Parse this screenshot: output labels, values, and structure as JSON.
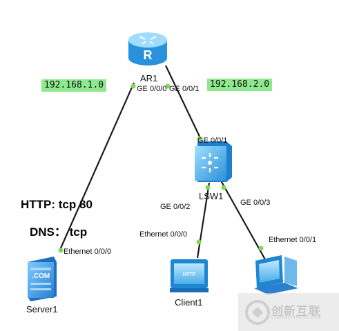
{
  "devices": {
    "router": {
      "name": "AR1"
    },
    "switch": {
      "name": "LSW1"
    },
    "server": {
      "name": "Server1"
    },
    "client": {
      "name": "Client1"
    },
    "pc": {
      "name": ""
    }
  },
  "subnets": {
    "left": "192.168.1.0",
    "right": "192.168.2.0"
  },
  "ports": {
    "ar1_left": "GE 0/0/0",
    "ar1_right": "GE 0/0/1",
    "lsw1_up": "GE 0/0/1",
    "lsw1_left": "GE 0/0/2",
    "lsw1_right": "GE 0/0/3",
    "server1": "Ethernet 0/0/0",
    "client1": "Ethernet 0/0/0",
    "pc": "Ethernet 0/0/1"
  },
  "notes": {
    "http": "HTTP: tcp 80",
    "dns": "DNS： tcp"
  },
  "icon_text": {
    "router_letter": "R",
    "server_badge": ".COM",
    "client_badge": "HTTP"
  },
  "watermark": {
    "main": "创新互联",
    "sub": "CHUANG XIN HU LIAN"
  },
  "colors": {
    "link": "#1a1a1a",
    "port_dot": "#7ed957",
    "subnet_bg": "#8ee88e",
    "device_blue": "#2f9fe0"
  }
}
